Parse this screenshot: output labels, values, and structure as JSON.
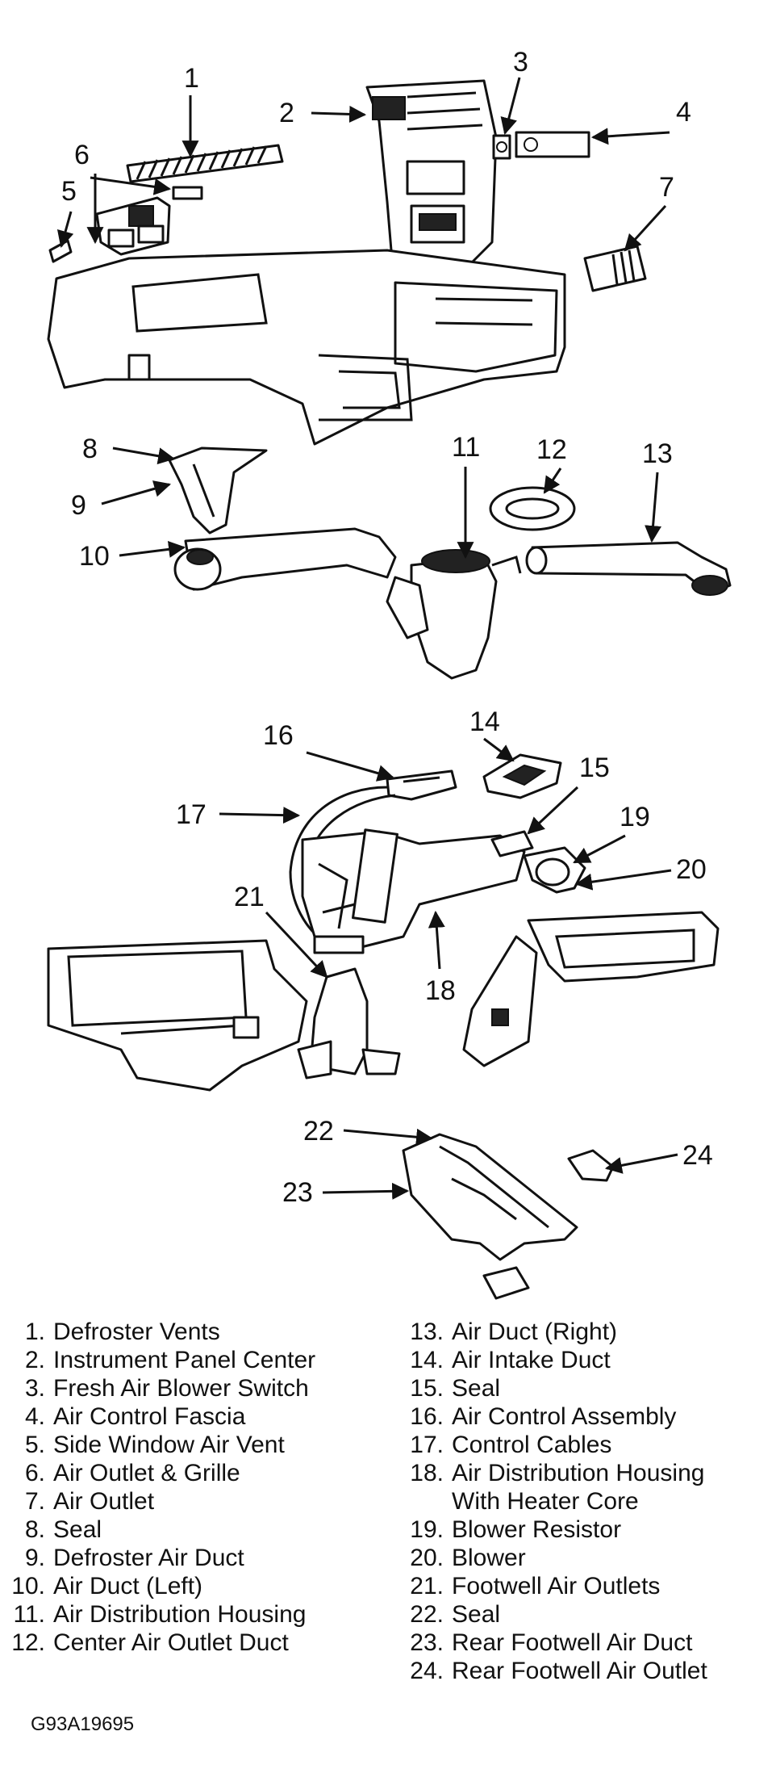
{
  "callouts": [
    "1",
    "2",
    "3",
    "4",
    "5",
    "6",
    "7",
    "8",
    "9",
    "10",
    "11",
    "12",
    "13",
    "14",
    "15",
    "16",
    "17",
    "18",
    "19",
    "20",
    "21",
    "22",
    "23",
    "24"
  ],
  "legend_left": [
    {
      "num": "1.",
      "text": "Defroster Vents"
    },
    {
      "num": "2.",
      "text": "Instrument Panel Center"
    },
    {
      "num": "3.",
      "text": "Fresh Air Blower Switch"
    },
    {
      "num": "4.",
      "text": "Air Control Fascia"
    },
    {
      "num": "5.",
      "text": "Side Window Air Vent"
    },
    {
      "num": "6.",
      "text": "Air Outlet & Grille"
    },
    {
      "num": "7.",
      "text": "Air Outlet"
    },
    {
      "num": "8.",
      "text": "Seal"
    },
    {
      "num": "9.",
      "text": "Defroster Air Duct"
    },
    {
      "num": "10.",
      "text": "Air Duct (Left)"
    },
    {
      "num": "11.",
      "text": "Air Distribution Housing"
    },
    {
      "num": "12.",
      "text": "Center Air Outlet Duct"
    }
  ],
  "legend_right": [
    {
      "num": "13.",
      "text": "Air Duct (Right)"
    },
    {
      "num": "14.",
      "text": "Air Intake Duct"
    },
    {
      "num": "15.",
      "text": "Seal"
    },
    {
      "num": "16.",
      "text": "Air Control Assembly"
    },
    {
      "num": "17.",
      "text": "Control Cables"
    },
    {
      "num": "18.",
      "text": "Air Distribution Housing"
    },
    {
      "num": "",
      "text": "With Heater Core"
    },
    {
      "num": "19.",
      "text": "Blower Resistor"
    },
    {
      "num": "20.",
      "text": "Blower"
    },
    {
      "num": "21.",
      "text": "Footwell Air Outlets"
    },
    {
      "num": "22.",
      "text": "Seal"
    },
    {
      "num": "23.",
      "text": "Rear Footwell Air Duct"
    },
    {
      "num": "24.",
      "text": "Rear Footwell Air Outlet"
    }
  ],
  "figure_code": "G93A19695"
}
